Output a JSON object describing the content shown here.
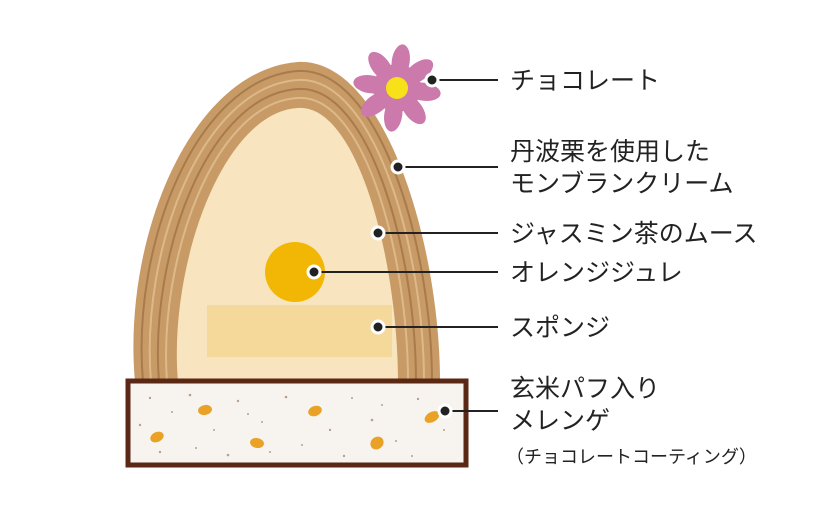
{
  "colors": {
    "crust_outer": "#c79a66",
    "crust_line_dark": "#a87b4c",
    "crust_line_light": "#ddb98a",
    "cream_layer": "#e3c294",
    "mousse": "#f8e5bf",
    "sponge": "#f5d99b",
    "gelee": "#f2b705",
    "meringue": "#f7f4ef",
    "meringue_border": "#5a2814",
    "puff": "#e9a225",
    "flower_petal": "#cc7aac",
    "flower_center": "#f7e219",
    "leader_line": "#222222"
  },
  "labels": {
    "chocolate": "チョコレート",
    "montblanc_line1": "丹波栗を使用した",
    "montblanc_line2": "モンブランクリーム",
    "jasmine_mousse": "ジャスミン茶のムース",
    "orange_gelee": "オレンジジュレ",
    "sponge": "スポンジ",
    "meringue_line1": "玄米パフ入り",
    "meringue_line2": "メレンゲ",
    "meringue_note": "（チョコレートコーティング）"
  }
}
